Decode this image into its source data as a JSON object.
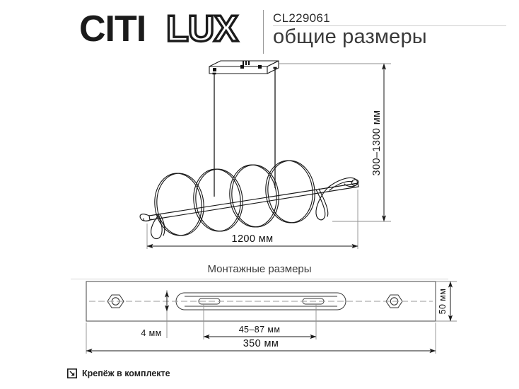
{
  "header": {
    "brand_primary": "CITI",
    "brand_secondary": "LUX",
    "model_code": "CL229061",
    "title": "общие размеры"
  },
  "sections": {
    "mounting_title": "Монтажные размеры"
  },
  "dimensions": {
    "drop_height": "300–1300 мм",
    "fixture_length": "1200 мм",
    "bracket_length": "350 мм",
    "bracket_height": "50 мм",
    "slot_offset": "4 мм",
    "slot_range": "45–87 мм"
  },
  "footer": {
    "icon": "download-box-icon",
    "label": "Крепёж в комплекте"
  },
  "colors": {
    "line": "#1a1a1a",
    "dim_line": "#5a5a5a",
    "rule": "#cfcfcf",
    "background": "#ffffff"
  },
  "figure": {
    "ceiling_mount": "canopy-box",
    "suspension_cables": 2,
    "spiral_loops": 4,
    "bracket_hex_nuts": 2,
    "bracket_slots": 2
  }
}
